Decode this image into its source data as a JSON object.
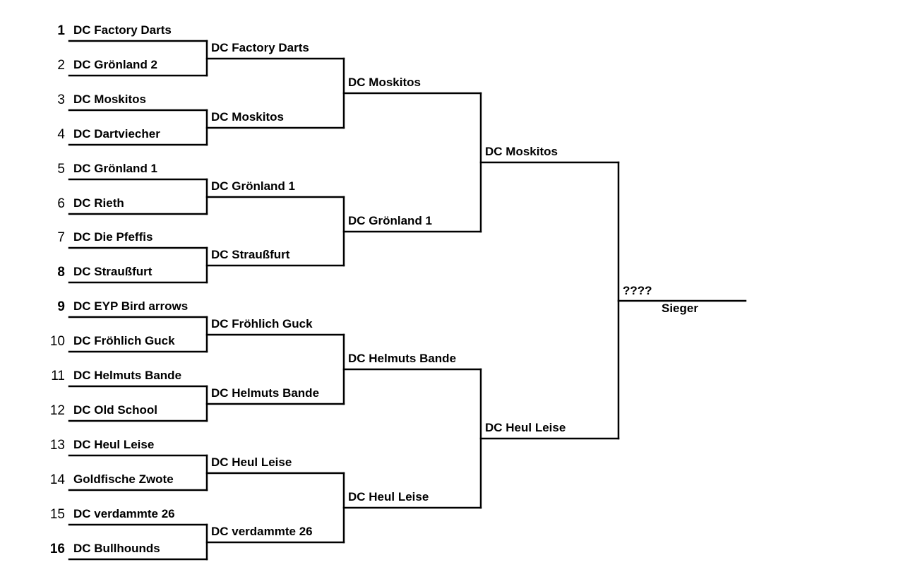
{
  "round1": [
    {
      "seed": "1",
      "seed_bold": true,
      "team": "DC Factory Darts"
    },
    {
      "seed": "2",
      "seed_bold": false,
      "team": "DC Grönland 2"
    },
    {
      "seed": "3",
      "seed_bold": false,
      "team": "DC Moskitos"
    },
    {
      "seed": "4",
      "seed_bold": false,
      "team": "DC Dartviecher"
    },
    {
      "seed": "5",
      "seed_bold": false,
      "team": "DC Grönland 1"
    },
    {
      "seed": "6",
      "seed_bold": false,
      "team": "DC Rieth"
    },
    {
      "seed": "7",
      "seed_bold": false,
      "team": "DC Die Pfeffis"
    },
    {
      "seed": "8",
      "seed_bold": true,
      "team": "DC Straußfurt"
    },
    {
      "seed": "9",
      "seed_bold": true,
      "team": "DC EYP Bird arrows"
    },
    {
      "seed": "10",
      "seed_bold": false,
      "team": "DC Fröhlich Guck"
    },
    {
      "seed": "11",
      "seed_bold": false,
      "team": "DC Helmuts Bande"
    },
    {
      "seed": "12",
      "seed_bold": false,
      "team": "DC Old School"
    },
    {
      "seed": "13",
      "seed_bold": false,
      "team": "DC Heul Leise"
    },
    {
      "seed": "14",
      "seed_bold": false,
      "team": "Goldfische Zwote"
    },
    {
      "seed": "15",
      "seed_bold": false,
      "team": "DC verdammte 26"
    },
    {
      "seed": "16",
      "seed_bold": true,
      "team": "DC Bullhounds"
    }
  ],
  "round2": [
    {
      "team": "DC Factory Darts"
    },
    {
      "team": "DC Moskitos"
    },
    {
      "team": "DC Grönland 1"
    },
    {
      "team": "DC Straußfurt"
    },
    {
      "team": "DC Fröhlich Guck"
    },
    {
      "team": "DC Helmuts Bande"
    },
    {
      "team": "DC Heul Leise"
    },
    {
      "team": "DC verdammte 26"
    }
  ],
  "round3": [
    {
      "team": "DC Moskitos"
    },
    {
      "team": "DC Grönland 1"
    },
    {
      "team": "DC Helmuts Bande"
    },
    {
      "team": "DC Heul Leise"
    }
  ],
  "round4": [
    {
      "team": "DC Moskitos"
    },
    {
      "team": "DC Heul Leise"
    }
  ],
  "final": {
    "winner": "????",
    "caption": "Sieger"
  }
}
